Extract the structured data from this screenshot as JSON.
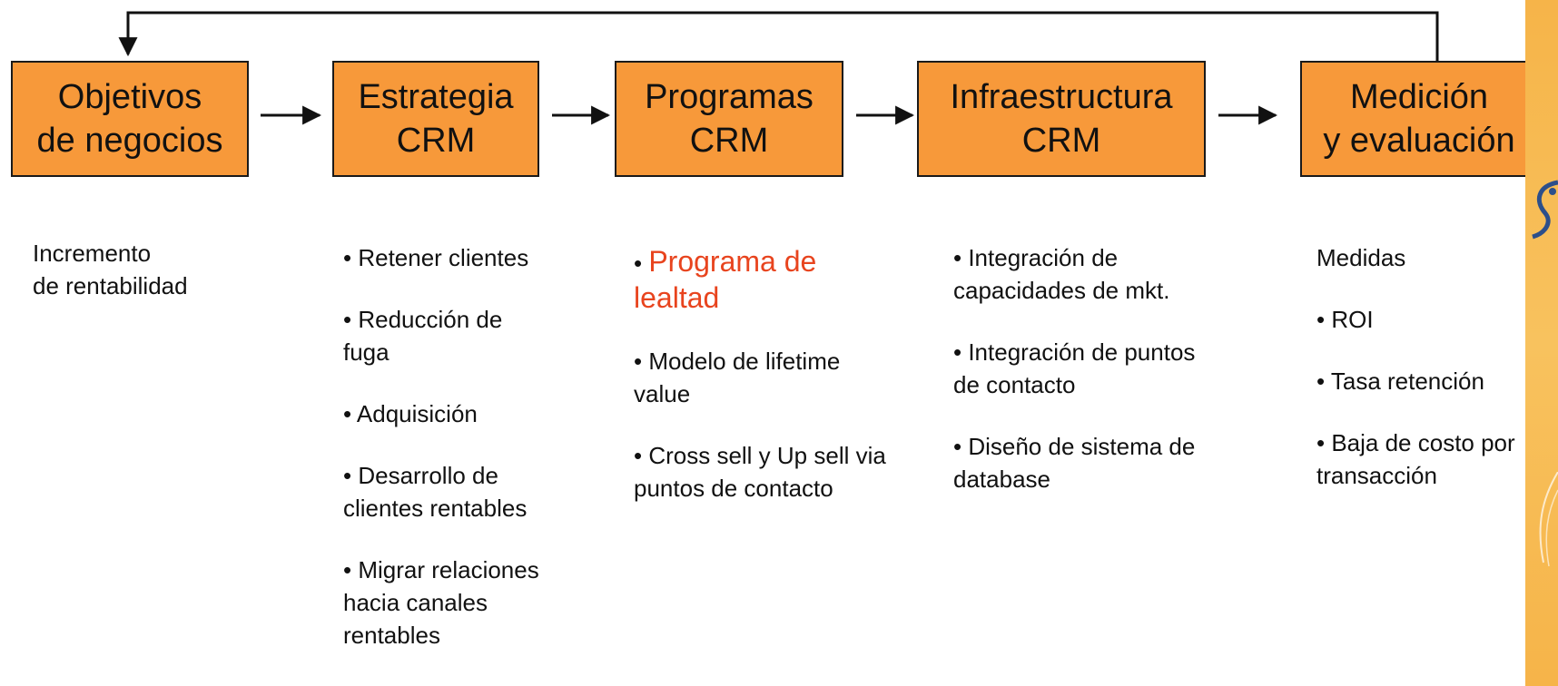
{
  "diagram": {
    "boxes": [
      {
        "line1": "Objetivos",
        "line2": "de negocios"
      },
      {
        "line1": "Estrategia",
        "line2": "CRM"
      },
      {
        "line1": "Programas",
        "line2": "CRM"
      },
      {
        "line1": "Infraestructura",
        "line2": "CRM"
      },
      {
        "line1": "Medición",
        "line2": "y evaluación"
      }
    ],
    "columns": {
      "objetivos": {
        "lines": [
          "Incremento",
          "de rentabilidad"
        ]
      },
      "estrategia": {
        "items": [
          "• Retener clientes",
          "• Reducción de fuga",
          "• Adquisición",
          "• Desarrollo de clientes rentables",
          "• Migrar relaciones hacia canales rentables"
        ]
      },
      "programas": {
        "bullet": "• ",
        "highlight": "Programa de lealtad",
        "items": [
          "• Modelo de lifetime value",
          "• Cross sell y Up sell via puntos de contacto"
        ]
      },
      "infraestructura": {
        "items": [
          "• Integración de capacidades de mkt.",
          "• Integración de puntos de contacto",
          "• Diseño de sistema de database"
        ]
      },
      "medicion": {
        "heading": "Medidas",
        "items": [
          "• ROI",
          "• Tasa retención",
          "• Baja de costo por transacción"
        ]
      }
    },
    "colors": {
      "box_fill": "#f7993a",
      "highlight": "#e8441e",
      "deco": "#f6b449"
    }
  }
}
